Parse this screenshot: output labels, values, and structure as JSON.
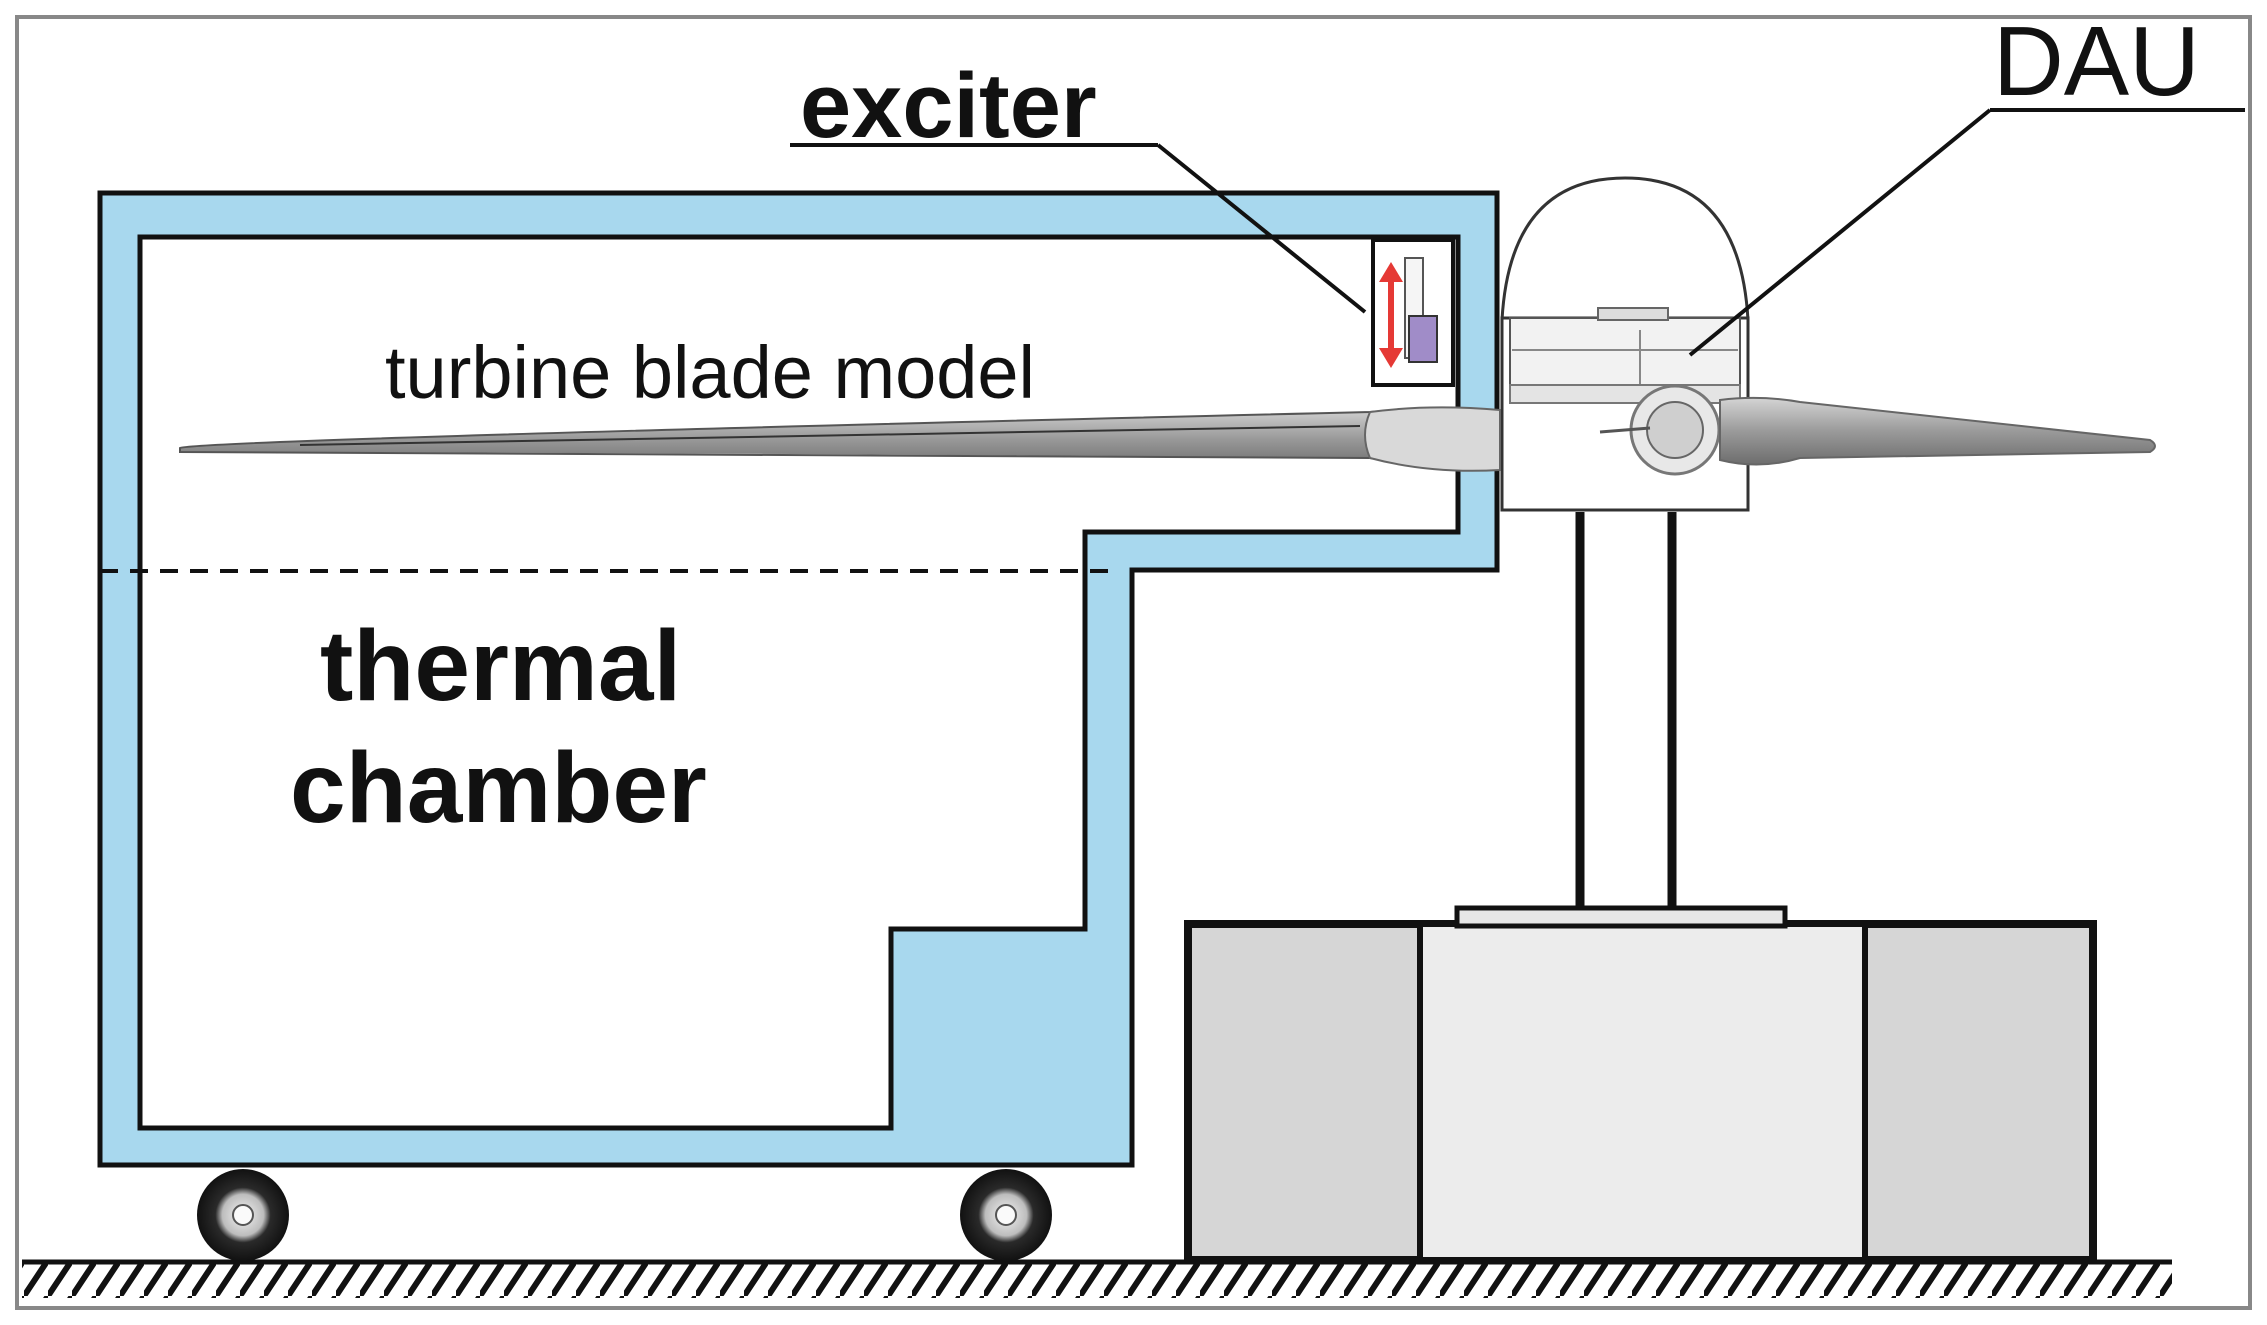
{
  "labels": {
    "exciter": "exciter",
    "dau": "DAU",
    "blade": "turbine blade model",
    "chamber_line1": "thermal",
    "chamber_line2": "chamber"
  },
  "colors": {
    "chamber_wall": "#a8d8ee",
    "outline": "#111111",
    "base_dark": "#d6d6d6",
    "base_light": "#ececec",
    "blade": "#9a9a9a",
    "arrow": "#e53935",
    "exciter_body": "#a08cc8"
  }
}
